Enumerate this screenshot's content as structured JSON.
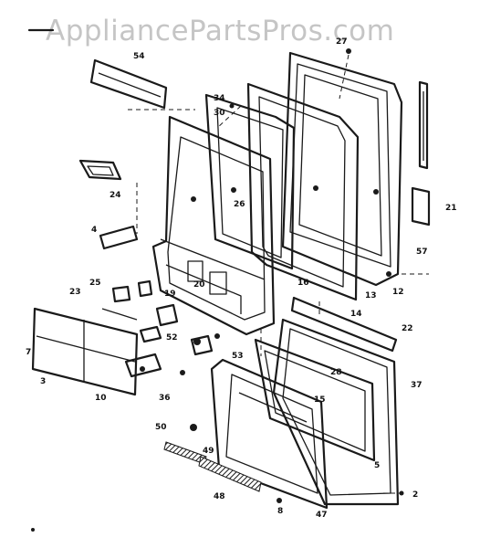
{
  "watermark": "AppliancePartsPros.com",
  "colors": {
    "ink": "#1a1a1a",
    "background": "#ffffff",
    "watermark": "#969696"
  },
  "part_numbers": [
    "54",
    "24",
    "4",
    "23",
    "25",
    "19",
    "20",
    "21",
    "26",
    "30",
    "34",
    "12",
    "57",
    "13",
    "14",
    "16",
    "22",
    "37",
    "28",
    "15",
    "52",
    "53",
    "3",
    "36",
    "10",
    "7",
    "50",
    "48",
    "49",
    "47",
    "2",
    "8",
    "5",
    "27"
  ]
}
